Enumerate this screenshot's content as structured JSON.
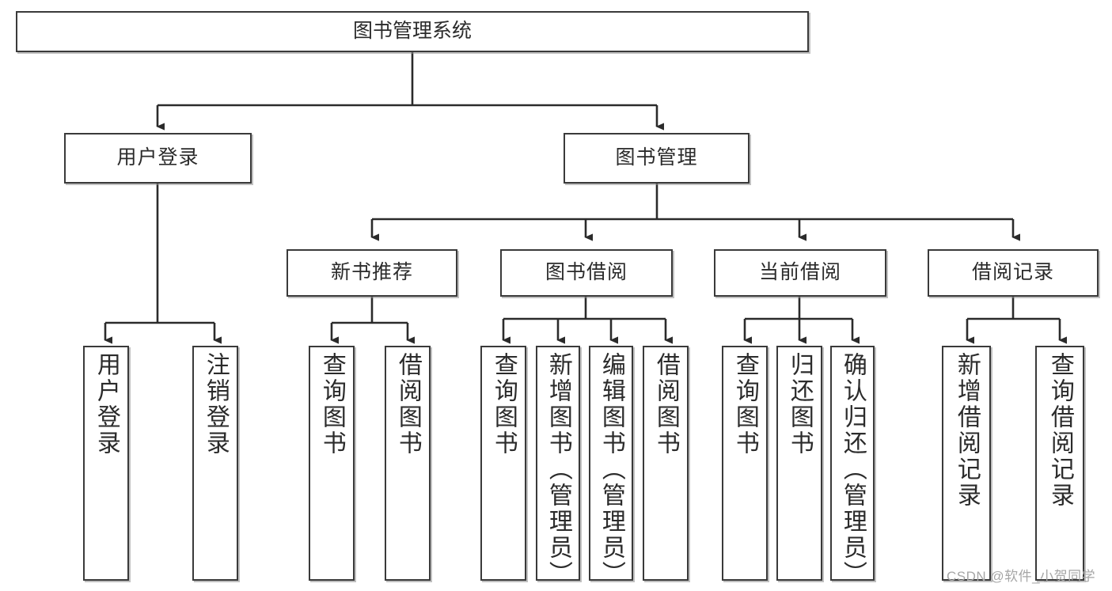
{
  "diagram": {
    "title": "图书管理系统",
    "type": "hierarchy-tree",
    "watermark": "CSDN @软件_小贺同学",
    "colors": {
      "box_border": "#3a3a3a",
      "box_fill": "#ffffff",
      "connector": "#2b2b2b",
      "watermark": "#a6a6a6"
    },
    "nodes": {
      "root": {
        "label": "图书管理系统"
      },
      "level2": [
        {
          "id": "user-login",
          "label": "用户登录"
        },
        {
          "id": "book-manage",
          "label": "图书管理"
        }
      ],
      "level3": [
        {
          "id": "new-book-recommend",
          "label": "新书推荐"
        },
        {
          "id": "book-borrow",
          "label": "图书借阅"
        },
        {
          "id": "current-borrow",
          "label": "当前借阅"
        },
        {
          "id": "borrow-record",
          "label": "借阅记录"
        }
      ],
      "leaves": [
        {
          "id": "leaf-user-login",
          "label": "用户登录",
          "parent": "user-login"
        },
        {
          "id": "leaf-user-logout",
          "label": "注销登录",
          "parent": "user-login"
        },
        {
          "id": "leaf-nb-query",
          "label": "查询图书",
          "parent": "new-book-recommend"
        },
        {
          "id": "leaf-nb-borrow",
          "label": "借阅图书",
          "parent": "new-book-recommend"
        },
        {
          "id": "leaf-bb-query",
          "label": "查询图书",
          "parent": "book-borrow"
        },
        {
          "id": "leaf-bb-add",
          "label": "新增图书（管理员）",
          "parent": "book-borrow"
        },
        {
          "id": "leaf-bb-edit",
          "label": "编辑图书（管理员）",
          "parent": "book-borrow"
        },
        {
          "id": "leaf-bb-borrow",
          "label": "借阅图书",
          "parent": "book-borrow"
        },
        {
          "id": "leaf-cb-query",
          "label": "查询图书",
          "parent": "current-borrow"
        },
        {
          "id": "leaf-cb-return",
          "label": "归还图书",
          "parent": "current-borrow"
        },
        {
          "id": "leaf-cb-confirm",
          "label": "确认归还（管理员）",
          "parent": "current-borrow"
        },
        {
          "id": "leaf-br-add",
          "label": "新增借阅记录",
          "parent": "borrow-record"
        },
        {
          "id": "leaf-br-query",
          "label": "查询借阅记录",
          "parent": "borrow-record"
        }
      ]
    }
  }
}
